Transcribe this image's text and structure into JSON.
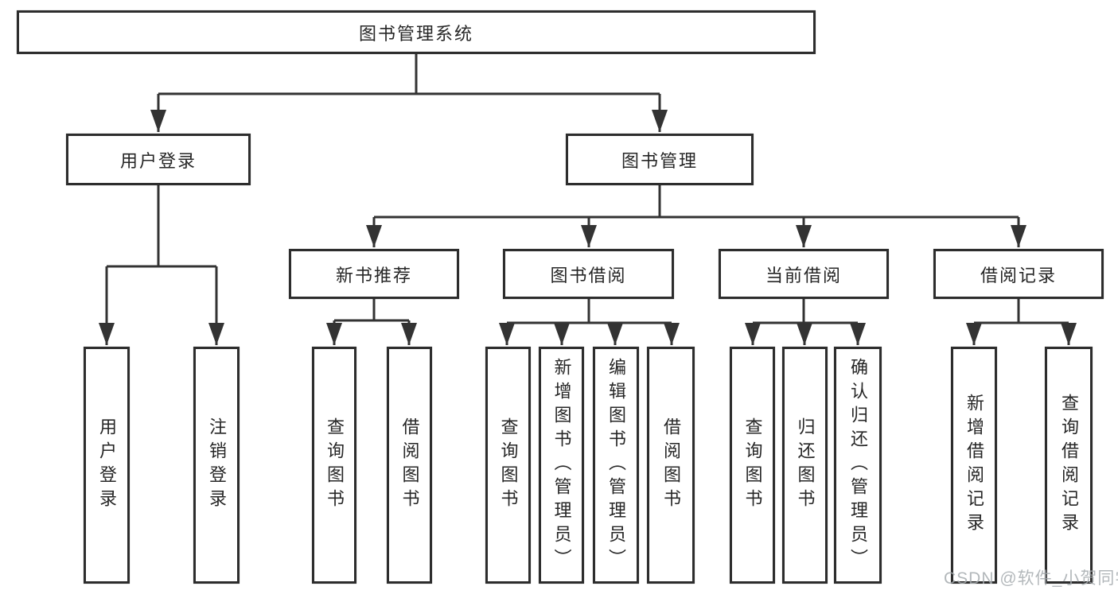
{
  "diagram_title": "图书管理系统",
  "tree": {
    "root": {
      "label": "图书管理系统"
    },
    "children": [
      {
        "label": "用户登录",
        "children": [
          {
            "label": "用户登录"
          },
          {
            "label": "注销登录"
          }
        ]
      },
      {
        "label": "图书管理",
        "children": [
          {
            "label": "新书推荐",
            "children": [
              {
                "label": "查询图书"
              },
              {
                "label": "借阅图书"
              }
            ]
          },
          {
            "label": "图书借阅",
            "children": [
              {
                "label": "查询图书"
              },
              {
                "label": "新增图书（管理员）"
              },
              {
                "label": "编辑图书（管理员）"
              },
              {
                "label": "借阅图书"
              }
            ]
          },
          {
            "label": "当前借阅",
            "children": [
              {
                "label": "查询图书"
              },
              {
                "label": "归还图书"
              },
              {
                "label": "确认归还（管理员）"
              }
            ]
          },
          {
            "label": "借阅记录",
            "children": [
              {
                "label": "新增借阅记录"
              },
              {
                "label": "查询借阅记录"
              }
            ]
          }
        ]
      }
    ]
  },
  "watermark": {
    "text": "CSDN @软件_小贺同学"
  },
  "colors": {
    "line": "#333333",
    "box_border": "#2d2d2d",
    "box_fill": "#ffffff",
    "text": "#262626",
    "watermark": "#a6abaf"
  }
}
